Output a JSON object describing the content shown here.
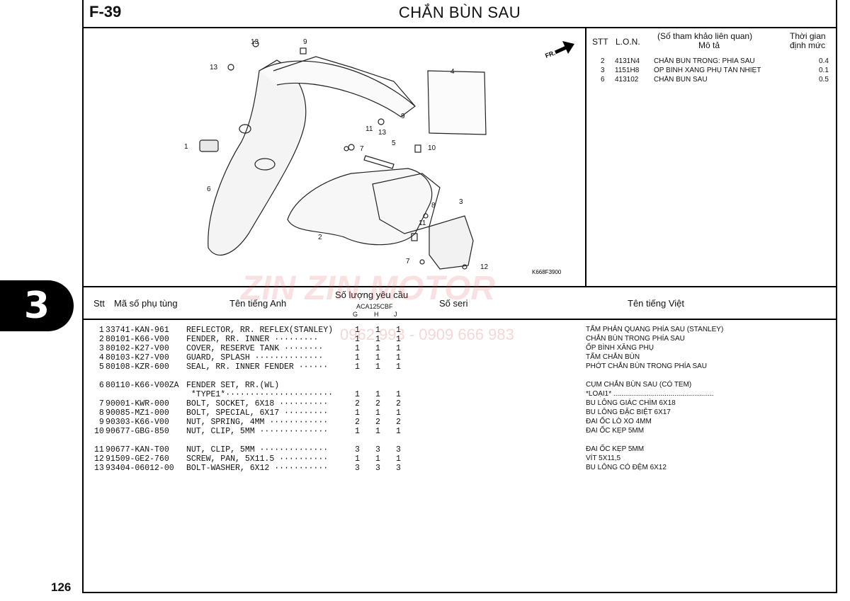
{
  "header": {
    "code": "F-39",
    "title": "CHẮN BÙN SAU"
  },
  "side_tab": {
    "label": "3"
  },
  "page_number": "126",
  "diagram": {
    "fr_label": "FR.",
    "image_code": "K668F3900",
    "callouts": [
      "13",
      "9",
      "13",
      "4",
      "11",
      "13",
      "9",
      "1",
      "7",
      "5",
      "10",
      "6",
      "8",
      "3",
      "2",
      "11",
      "7",
      "12"
    ]
  },
  "reference": {
    "headers": {
      "stt": "STT",
      "lon": "L.O.N.",
      "desc1": "(Số tham khảo liên quan)",
      "desc2": "Mô tả",
      "time1": "Thời gian",
      "time2": "định mức"
    },
    "rows": [
      {
        "stt": "2",
        "lon": "4131N4",
        "desc": "CHẮN BÙN TRONG: PHÍA SAU",
        "time": "0.4"
      },
      {
        "stt": "3",
        "lon": "1151H8",
        "desc": "ỐP BÌNH XĂNG PHỤ TẢN NHIỆT",
        "time": "0.1"
      },
      {
        "stt": "6",
        "lon": "413102",
        "desc": "CHẮN BÙN SAU",
        "time": "0.5"
      }
    ]
  },
  "table_headers": {
    "stt": "Stt",
    "part_no": "Mã số phụ tùng",
    "name_en": "Tên tiếng Anh",
    "qty": "Số lượng yêu cầu",
    "model": "ACA125CBF",
    "g": "G",
    "h": "H",
    "j": "J",
    "serial": "Số seri",
    "name_vi": "Tên tiếng Việt"
  },
  "parts": [
    {
      "stt": " 1",
      "part": "33741-KAN-961",
      "en": "REFLECTOR, RR. REFLEX(STANLEY)",
      "g": "1",
      "h": "1",
      "j": "1",
      "vi": "TẤM PHẢN QUANG PHÍA SAU (STANLEY)"
    },
    {
      "stt": " 2",
      "part": "80101-K66-V00",
      "en": "FENDER, RR. INNER ·········",
      "g": "1",
      "h": "1",
      "j": "1",
      "vi": "CHẮN BÙN TRONG PHÍA SAU"
    },
    {
      "stt": " 3",
      "part": "80102-K27-V00",
      "en": "COVER, RESERVE TANK ········",
      "g": "1",
      "h": "1",
      "j": "1",
      "vi": "ỐP BÌNH XĂNG PHỤ"
    },
    {
      "stt": " 4",
      "part": "80103-K27-V00",
      "en": "GUARD, SPLASH ··············",
      "g": "1",
      "h": "1",
      "j": "1",
      "vi": "TẤM CHẮN BÙN"
    },
    {
      "stt": " 5",
      "part": "80108-KZR-600",
      "en": "SEAL, RR. INNER FENDER ······",
      "g": "1",
      "h": "1",
      "j": "1",
      "vi": "PHỚT CHẮN BÙN TRONG PHÍA SAU"
    },
    {
      "stt": " 6",
      "part": "80110-K66-V00ZA",
      "en": "FENDER SET, RR.(WL)",
      "g": "",
      "h": "",
      "j": "",
      "vi": "CỤM CHẮN BÙN SAU (CÓ TEM)"
    },
    {
      "stt": "",
      "part": "",
      "en": " *TYPE1*······················",
      "g": "1",
      "h": "1",
      "j": "1",
      "vi": "*LOẠI1* ..................................................."
    },
    {
      "stt": " 7",
      "part": "90001-KWR-000",
      "en": "BOLT, SOCKET, 6X18 ··········",
      "g": "2",
      "h": "2",
      "j": "2",
      "vi": "BU LÔNG GIÁC CHÌM 6X18"
    },
    {
      "stt": " 8",
      "part": "90085-MZ1-000",
      "en": "BOLT, SPECIAL, 6X17 ·········",
      "g": "1",
      "h": "1",
      "j": "1",
      "vi": "BU LÔNG ĐẶC BIỆT 6X17"
    },
    {
      "stt": " 9",
      "part": "90303-K66-V00",
      "en": "NUT, SPRING, 4MM ············",
      "g": "2",
      "h": "2",
      "j": "2",
      "vi": "ĐAI ỐC LÒ XO 4MM"
    },
    {
      "stt": "10",
      "part": "90677-GBG-850",
      "en": "NUT, CLIP, 5MM ··············",
      "g": "1",
      "h": "1",
      "j": "1",
      "vi": "ĐAI ỐC KẸP 5MM"
    },
    {
      "stt": "11",
      "part": "90677-KAN-T00",
      "en": "NUT, CLIP, 5MM ··············",
      "g": "3",
      "h": "3",
      "j": "3",
      "vi": "ĐAI ỐC KẸP 5MM"
    },
    {
      "stt": "12",
      "part": "91509-GE2-760",
      "en": "SCREW, PAN, 5X11.5 ··········",
      "g": "1",
      "h": "1",
      "j": "1",
      "vi": "VÍT 5X11,5"
    },
    {
      "stt": "13",
      "part": "93404-06012-00",
      "en": "BOLT-WASHER, 6X12 ···········",
      "g": "3",
      "h": "3",
      "j": "3",
      "vi": "BU LÔNG CÓ ĐỆM 6X12"
    }
  ],
  "watermark": {
    "brand": "ZIN ZIN MOTOR",
    "phone": "0962 993 - 0909 666 983"
  },
  "colors": {
    "watermark": "#dc5a5a",
    "ink": "#111111"
  }
}
